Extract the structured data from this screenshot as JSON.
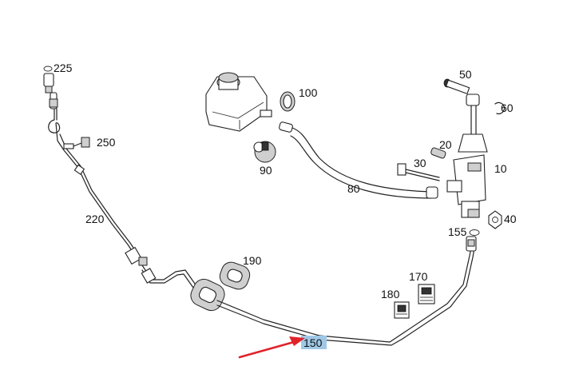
{
  "colors": {
    "highlight": "#9fc8e6",
    "pointer_arrow": "#e0232b",
    "line_art": "#222222"
  },
  "labels": {
    "p225": "225",
    "p250": "250",
    "p220": "220",
    "p100": "100",
    "p90": "90",
    "p80": "80",
    "p50": "50",
    "p60": "60",
    "p20": "20",
    "p30": "30",
    "p10": "10",
    "p40": "40",
    "p155": "155",
    "p190": "190",
    "p170": "170",
    "p180": "180",
    "p150": "150"
  },
  "selected_part": "150",
  "icons": {
    "pointer": "red-arrow-icon"
  }
}
